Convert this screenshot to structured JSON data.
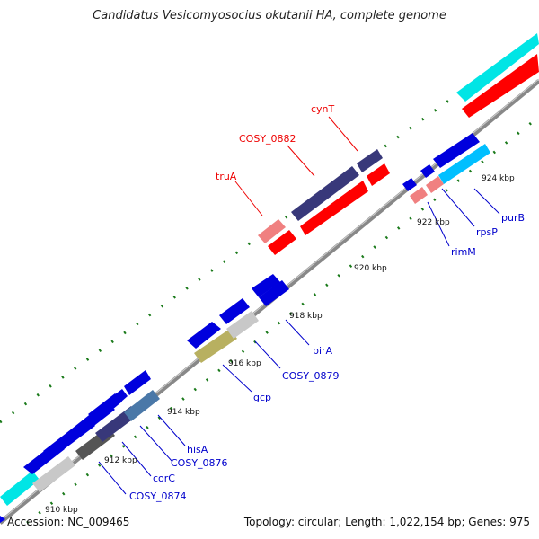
{
  "title": "Candidatus Vesicomyosocius okutanii HA, complete genome",
  "footer": {
    "accession": "Accession: NC_009465",
    "summary": "Topology: circular; Length: 1,022,154 bp; Genes: 975"
  },
  "colors": {
    "backbone": "#999999",
    "cds": "#0000ee",
    "cds_alt": "#38387a",
    "rna": "#ff0000",
    "rna_light": "#f08080",
    "gray": "#c8c8c8",
    "dark_gray": "#555555",
    "olive": "#b8b060",
    "steel": "#4a78a8",
    "cyan": "#00ffff",
    "sky": "#00bfff",
    "ticks": "#227722",
    "label_blue": "#0000cc",
    "label_red": "#ee0000"
  },
  "ticks": {
    "910": "910 kbp",
    "912": "912 kbp",
    "914": "914 kbp",
    "916": "916 kbp",
    "918": "918 kbp",
    "920": "920 kbp",
    "922": "922 kbp",
    "924": "924 kbp"
  },
  "genes": {
    "cynT": "cynT",
    "cosy0882": "COSY_0882",
    "truA": "truA",
    "purB": "purB",
    "rpsP": "rpsP",
    "rimM": "rimM",
    "birA": "birA",
    "cosy0879": "COSY_0879",
    "gcp": "gcp",
    "hisA": "hisA",
    "cosy0876": "COSY_0876",
    "corC": "corC",
    "cosy0874": "COSY_0874"
  }
}
